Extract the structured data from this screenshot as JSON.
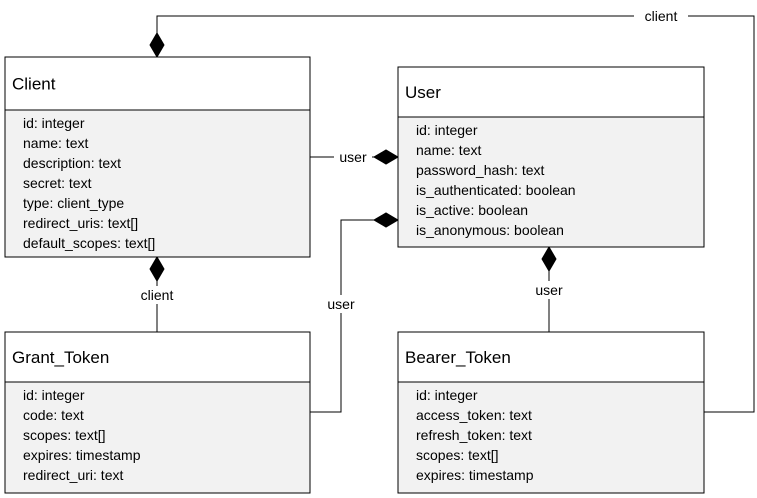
{
  "entities": [
    {
      "key": "client",
      "name": "Client",
      "attributes": [
        {
          "name": "id",
          "type": "integer"
        },
        {
          "name": "name",
          "type": "text"
        },
        {
          "name": "description",
          "type": "text"
        },
        {
          "name": "secret",
          "type": "text"
        },
        {
          "name": "type",
          "type": "client_type"
        },
        {
          "name": "redirect_uris",
          "type": "text[]"
        },
        {
          "name": "default_scopes",
          "type": "text[]"
        }
      ]
    },
    {
      "key": "user",
      "name": "User",
      "attributes": [
        {
          "name": "id",
          "type": "integer"
        },
        {
          "name": "name",
          "type": "text"
        },
        {
          "name": "password_hash",
          "type": "text"
        },
        {
          "name": "is_authenticated",
          "type": "boolean"
        },
        {
          "name": "is_active",
          "type": "boolean"
        },
        {
          "name": "is_anonymous",
          "type": "boolean"
        }
      ]
    },
    {
      "key": "grant_token",
      "name": "Grant_Token",
      "attributes": [
        {
          "name": "id",
          "type": "integer"
        },
        {
          "name": "code",
          "type": "text"
        },
        {
          "name": "scopes",
          "type": "text[]"
        },
        {
          "name": "expires",
          "type": "timestamp"
        },
        {
          "name": "redirect_uri",
          "type": "text"
        }
      ]
    },
    {
      "key": "bearer_token",
      "name": "Bearer_Token",
      "attributes": [
        {
          "name": "id",
          "type": "integer"
        },
        {
          "name": "access_token",
          "type": "text"
        },
        {
          "name": "refresh_token",
          "type": "text"
        },
        {
          "name": "scopes",
          "type": "text[]"
        },
        {
          "name": "expires",
          "type": "timestamp"
        }
      ]
    }
  ],
  "relationships": [
    {
      "key": "client-user",
      "from": "client",
      "to": "user",
      "label": "user",
      "composition_at": "user"
    },
    {
      "key": "grant-client",
      "from": "grant_token",
      "to": "client",
      "label": "client",
      "composition_at": "client"
    },
    {
      "key": "grant-user",
      "from": "grant_token",
      "to": "user",
      "label": "user",
      "composition_at": "user"
    },
    {
      "key": "bearer-user",
      "from": "bearer_token",
      "to": "user",
      "label": "user",
      "composition_at": "user"
    },
    {
      "key": "bearer-client",
      "from": "bearer_token",
      "to": "client",
      "label": "client",
      "composition_at": "client"
    }
  ],
  "colors": {
    "body_fill": "#f2f2f2",
    "header_fill": "#ffffff",
    "stroke": "#000000"
  }
}
